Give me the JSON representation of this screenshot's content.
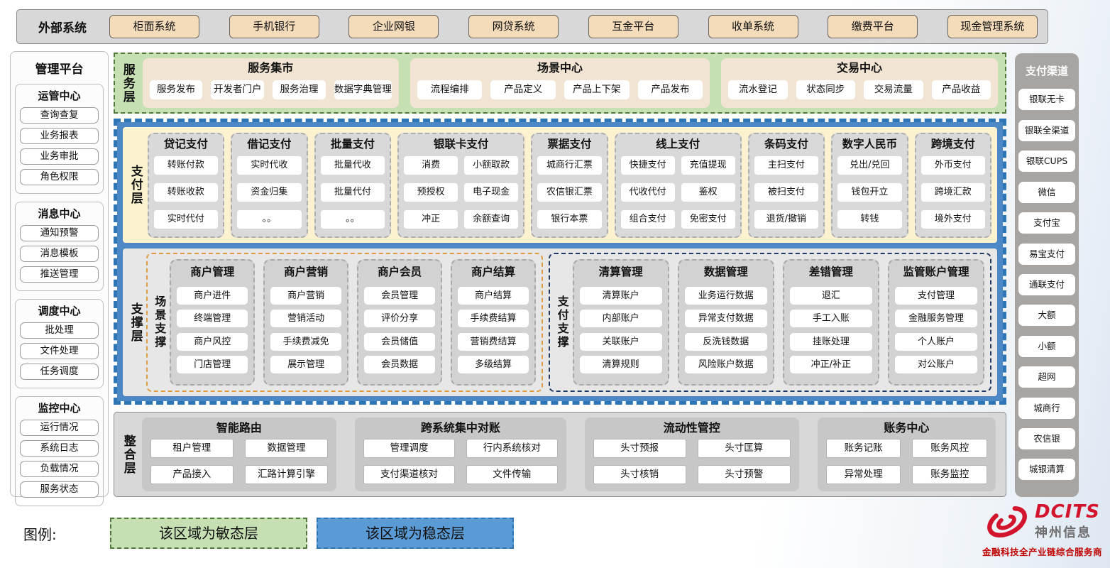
{
  "external_systems": {
    "label": "外部系统",
    "items": [
      "柜面系统",
      "手机银行",
      "企业网银",
      "网贷系统",
      "互金平台",
      "收单系统",
      "缴费平台",
      "现金管理系统"
    ]
  },
  "management_platform": {
    "title": "管理平台",
    "groups": [
      {
        "title": "运管中心",
        "items": [
          "查询查复",
          "业务报表",
          "业务审批",
          "角色权限"
        ]
      },
      {
        "title": "消息中心",
        "items": [
          "通知预警",
          "消息模板",
          "推送管理"
        ]
      },
      {
        "title": "调度中心",
        "items": [
          "批处理",
          "文件处理",
          "任务调度"
        ]
      },
      {
        "title": "监控中心",
        "items": [
          "运行情况",
          "系统日志",
          "负载情况",
          "服务状态"
        ]
      }
    ]
  },
  "service_layer": {
    "label": "服务层",
    "groups": [
      {
        "title": "服务集市",
        "items": [
          "服务发布",
          "开发者门户",
          "服务治理",
          "数据字典管理"
        ]
      },
      {
        "title": "场景中心",
        "items": [
          "流程编排",
          "产品定义",
          "产品上下架",
          "产品发布"
        ]
      },
      {
        "title": "交易中心",
        "items": [
          "流水登记",
          "状态同步",
          "交易流量",
          "产品收益"
        ]
      }
    ]
  },
  "payment_layer": {
    "label": "支付层",
    "columns": [
      {
        "title": "贷记支付",
        "cols": 1,
        "items": [
          "转账付款",
          "转账收款",
          "实时代付"
        ]
      },
      {
        "title": "借记支付",
        "cols": 1,
        "items": [
          "实时代收",
          "资金归集",
          "。。"
        ]
      },
      {
        "title": "批量支付",
        "cols": 1,
        "items": [
          "批量代收",
          "批量代付",
          "。。"
        ]
      },
      {
        "title": "银联卡支付",
        "cols": 2,
        "items": [
          "消费",
          "小额取款",
          "预授权",
          "电子现金",
          "冲正",
          "余额查询"
        ]
      },
      {
        "title": "票据支付",
        "cols": 1,
        "items": [
          "城商行汇票",
          "农信银汇票",
          "银行本票"
        ]
      },
      {
        "title": "线上支付",
        "cols": 2,
        "items": [
          "快捷支付",
          "充值提现",
          "代收代付",
          "鉴权",
          "组合支付",
          "免密支付"
        ]
      },
      {
        "title": "条码支付",
        "cols": 1,
        "items": [
          "主扫支付",
          "被扫支付",
          "退货/撤销"
        ]
      },
      {
        "title": "数字人民币",
        "cols": 1,
        "items": [
          "兑出/兑回",
          "钱包开立",
          "转钱"
        ]
      },
      {
        "title": "跨境支付",
        "cols": 1,
        "items": [
          "外币支付",
          "跨境汇款",
          "境外支付"
        ]
      }
    ]
  },
  "support_layer": {
    "label": "支撑层",
    "groups": [
      {
        "label": "场景支撑",
        "border": "#dd9c44",
        "columns": [
          {
            "title": "商户管理",
            "items": [
              "商户进件",
              "终端管理",
              "商户风控",
              "门店管理"
            ]
          },
          {
            "title": "商户营销",
            "items": [
              "商户营销",
              "营销活动",
              "手续费减免",
              "展示管理"
            ]
          },
          {
            "title": "商户会员",
            "items": [
              "会员管理",
              "评价分享",
              "会员储值",
              "会员数据"
            ]
          },
          {
            "title": "商户结算",
            "items": [
              "商户结算",
              "手续费结算",
              "营销费结算",
              "多级结算"
            ]
          }
        ]
      },
      {
        "label": "支付支撑",
        "border": "#1f3a63",
        "columns": [
          {
            "title": "清算管理",
            "items": [
              "清算账户",
              "内部账户",
              "关联账户",
              "清算规则"
            ]
          },
          {
            "title": "数据管理",
            "items": [
              "业务运行数据",
              "异常支付数据",
              "反洗钱数据",
              "风险账户数据"
            ]
          },
          {
            "title": "差错管理",
            "items": [
              "退汇",
              "手工入账",
              "挂账处理",
              "冲正/补正"
            ]
          },
          {
            "title": "监管账户管理",
            "items": [
              "支付管理",
              "金融服务管理",
              "个人账户",
              "对公账户"
            ]
          }
        ]
      }
    ]
  },
  "integration_layer": {
    "label": "整合层",
    "groups": [
      {
        "title": "智能路由",
        "items": [
          "租户管理",
          "数据管理",
          "产品接入",
          "汇路计算引擎"
        ]
      },
      {
        "title": "跨系统集中对账",
        "items": [
          "管理调度",
          "行内系统核对",
          "支付渠道核对",
          "文件传输"
        ]
      },
      {
        "title": "流动性管控",
        "items": [
          "头寸预报",
          "头寸匡算",
          "头寸核销",
          "头寸预警"
        ]
      },
      {
        "title": "账务中心",
        "items": [
          "账务记账",
          "账务风控",
          "异常处理",
          "账务监控"
        ]
      }
    ]
  },
  "payment_channels": {
    "title": "支付渠道",
    "items": [
      "银联无卡",
      "银联全渠道",
      "银联CUPS",
      "微信",
      "支付宝",
      "易宝支付",
      "通联支付",
      "大额",
      "小额",
      "超网",
      "城商行",
      "农信银",
      "城银清算"
    ]
  },
  "legend": {
    "label": "图例:",
    "items": [
      {
        "text": "该区域为敏态层",
        "fill": "#c6e0b4",
        "border": "#50783a"
      },
      {
        "text": "该区域为稳态层",
        "fill": "#5b9bd5",
        "border": "#2e75b6"
      }
    ]
  },
  "logo": {
    "brand": "DCITS",
    "name": "神州信息",
    "tagline": "金融科技全产业链综合服务商",
    "brand_color": "#d2152c"
  }
}
